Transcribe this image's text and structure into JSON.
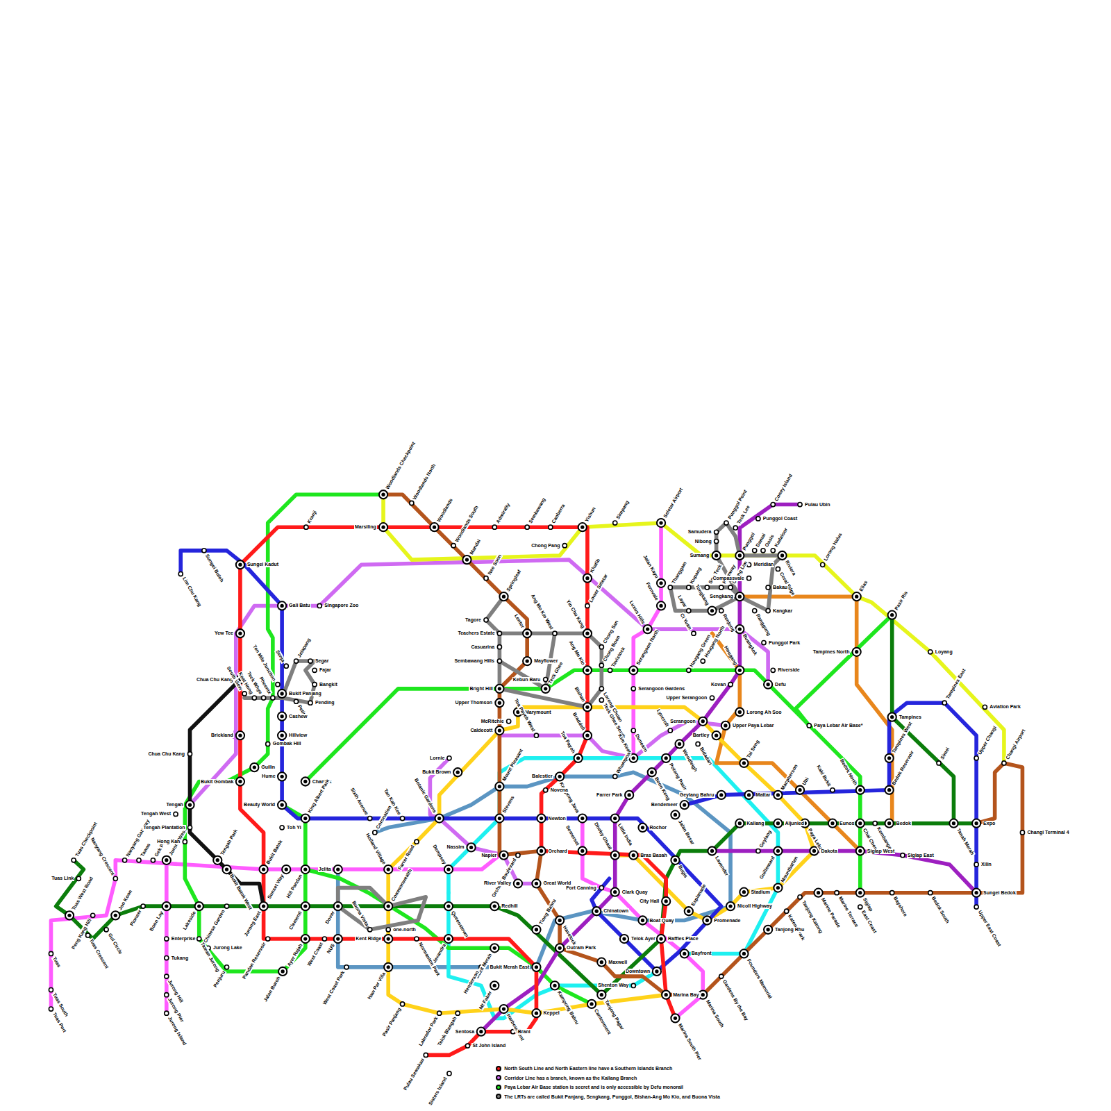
{
  "diagram": {
    "labels": [
      "Lim Chu Kang",
      "Sungei Buloh",
      "Sungei Kadut",
      "Kranji",
      "Woodlands Checkpoint",
      "Woodlands North",
      "Marsiling",
      "Woodlands",
      "Woodlands South",
      "Admiralty",
      "Sembawang",
      "Canberra",
      "Yishun",
      "Simpang",
      "Seletar Airport",
      "Chong Pang",
      "Mandai",
      "Nee Soon",
      "Springleaf",
      "Khatib",
      "Lower Seletar",
      "Yio Chu Kang",
      "Chong San",
      "Chong Boon",
      "Tavistock",
      "Ang Mo Kio",
      "Lentor",
      "Ang Mo Kio West",
      "Mayflower",
      "Tagore",
      "Teachers Estate",
      "Casuarina",
      "Sembawang Hills",
      "Kebun Baru",
      "Teck Ghee",
      "Bright Hill",
      "Upper Thomson",
      "McRitchie",
      "Marymount",
      "Caldecott",
      "Toa Payoh West",
      "Bishan",
      "Lorong Chuan",
      "Braddell",
      "Toa Payoh",
      "Serangoon North",
      "Serangoon Gardens",
      "Dunearn",
      "Teck Ghee South",
      "Kim Keat",
      "Luxus Hills",
      "Fernvale",
      "Jalan Kayu",
      "Thanggam",
      "Kupang",
      "Soo Teck",
      "Farmway",
      "Cheng Lim",
      "Layar",
      "Tongkang",
      "Renjong",
      "Sengkang",
      "Samudera",
      "Nibong",
      "Sumang",
      "Punggol Point",
      "Teck Lee",
      "Punggol",
      "Damai",
      "Oasis",
      "Kadaloor",
      "Riviera",
      "Coney Island",
      "Pulau Ubin",
      "Punggol Coast",
      "Meridian",
      "Coral Edge",
      "Compassvale",
      "Bakau",
      "Kangkar",
      "Ranggung",
      "Buangkok",
      "Punggol Park",
      "Ci Yuan",
      "Hougang Green",
      "Hougang North",
      "Hougang",
      "Riverside",
      "Defu",
      "Kovan",
      "Lorong Ah Soo",
      "Upper Serangoon",
      "Serangoon",
      "Upper Paya Lebar",
      "Lorong Halus",
      "Elias",
      "Pasir Ris",
      "Tampines North",
      "Loyang",
      "Paya Lebar Air Base*",
      "Aviation Park",
      "Tampines East",
      "Tampines",
      "Tampines West",
      "Simei",
      "Upper Changi",
      "Changi Airport",
      "Changi Terminal 4",
      "Bedok North",
      "Bedok Reservoir",
      "Kaki Bukit",
      "Ubi",
      "Macpherson",
      "Mattar",
      "Tai Seng",
      "Bartley",
      "Bidadari",
      "Woodleigh",
      "Potong Pasir",
      "Lyncroft",
      "Expo",
      "Tanah Merah",
      "Bedok",
      "Kembangan",
      "Chai Chee",
      "Eunos",
      "Paya Lebar",
      "Aljunied",
      "Geylang Bahru",
      "Kallang",
      "Lavender",
      "Bendemeer",
      "Boon Keng",
      "Farrer Park",
      "Little India",
      "Jalan Besar",
      "Kampong Java",
      "Whampoa",
      "Balestier",
      "Novena",
      "Newton",
      "Orchard",
      "Orchard Boulevard",
      "Dhoby Ghaut",
      "Somerset",
      "Bras Basah",
      "Rochor",
      "Bugis",
      "Guillemard",
      "Geylang",
      "Dakota",
      "Siglap West",
      "Siglap East",
      "Mountbatten",
      "Stadium",
      "Nicoll Highway",
      "Promenade",
      "Esplanade",
      "City Hall",
      "Clark Quay",
      "Fort Canning",
      "Chinatown",
      "Boat Quay",
      "Raffles Place",
      "Telok Ayer",
      "Maxwell",
      "Outram Park",
      "Havelock",
      "Tiong Bahru",
      "Great World",
      "River Valley",
      "Bayfront",
      "Marina Bay",
      "Marina South",
      "Marina South Pier",
      "Gardens By the Bay",
      "Downtown",
      "Shenton Way",
      "Tanjong Pagar",
      "Cantonment",
      "Kampong Bahru",
      "Bukit Merah East",
      "Keppel",
      "Labrador Park",
      "Telok Blangah",
      "Harbourfront",
      "Sentosa",
      "St John Island",
      "Pulau Semakau",
      "Sisters Island",
      "Brani",
      "Mt Faber",
      "Bukit Merah",
      "Redhill",
      "Alexandra",
      "Queenstown",
      "Dempsey",
      "Nassim",
      "Stevens",
      "Napier",
      "Botanic Gardens",
      "Tan Kah Kee",
      "Sixth Avenue",
      "Farrer Road",
      "Holland Village",
      "Coronation",
      "Commonwealth",
      "Buona Vista",
      "one-north",
      "Kent Ridge",
      "Haw Par Villa",
      "Pasir Panjang",
      "West Coast Park",
      "NUS",
      "Dover",
      "Jelita",
      "Normanton Park",
      "Bukit Brown",
      "Lornie",
      "Mount Pleasant",
      "Clementi",
      "West Coast",
      "Ayer Rajah",
      "Jalan Buroh",
      "Pandan Reservoir",
      "Jurong East",
      "Chinese Garden",
      "Lakeside",
      "Boon Lay",
      "Pioneer",
      "Joo Koon",
      "Gul Circle",
      "Tuas Crescent",
      "Tuas West Road",
      "Tuas Link",
      "Tuas Checkpoint",
      "Peng Kang Hill",
      "Nanyang Crescent",
      "Nanyang Gateway",
      "Tawas",
      "Gek Poh",
      "Jurong West",
      "Tengah West",
      "Tengah",
      "Tengah Plantation",
      "Hong Kah",
      "Enterprise",
      "Tukang",
      "Jurong Hill",
      "Jurong Pier",
      "Jurong Island",
      "Tuas",
      "Tuas South",
      "Tuas Port",
      "Taman Jurong",
      "Jurong Lake",
      "Penjuru",
      "Tengah Park",
      "Bukit Batok West",
      "Bukit Batok",
      "Bukit Gombak",
      "Brickland",
      "Chua Chu Kang",
      "Chua Chu Kang",
      "Yew Tee",
      "Gombak Hill",
      "Guilin",
      "South View",
      "Keat Hong",
      "Teck Whye",
      "Phoenix",
      "Bukit Panjang",
      "Ten Mile Junction",
      "Segar",
      "Fajar",
      "Bangkit",
      "Pending",
      "Petir",
      "Cashew",
      "Hillview",
      "Hume",
      "Beauty World",
      "Chantek",
      "King Albert Park",
      "Toh Yi",
      "Sunset Way",
      "Hill Pandan",
      "Gali Batu",
      "Singapore Zoo",
      "Jelapang",
      "Senja",
      "Tanjong Katong",
      "Marine Parade",
      "Marine Terrace",
      "Bayshore",
      "Bedok South",
      "Sungei Bedok",
      "Upper East Coast",
      "Xilin",
      "Siglap",
      "East Coast",
      "Katong Park",
      "Tanjong Rhu",
      "Founders Memorial",
      "Henderson"
    ],
    "legend": [
      {
        "text": "North South Line and North Eastern line have a Southern Islands Branch",
        "color": "#ff1a1a"
      },
      {
        "text": "Corridor Line has a branch, known as the Kallang Branch",
        "color": "#cf6af2"
      },
      {
        "text": "Paya Lebar Air Base station is secret and is only accessible by Defu monorail",
        "color": "#1ee61e"
      },
      {
        "text": "The LRTs are called Bukit Panjang, Sengkang, Punggol, Bishan-Ang Mo Kio, and Buona Vista",
        "color": "#7f7f7f"
      }
    ]
  }
}
